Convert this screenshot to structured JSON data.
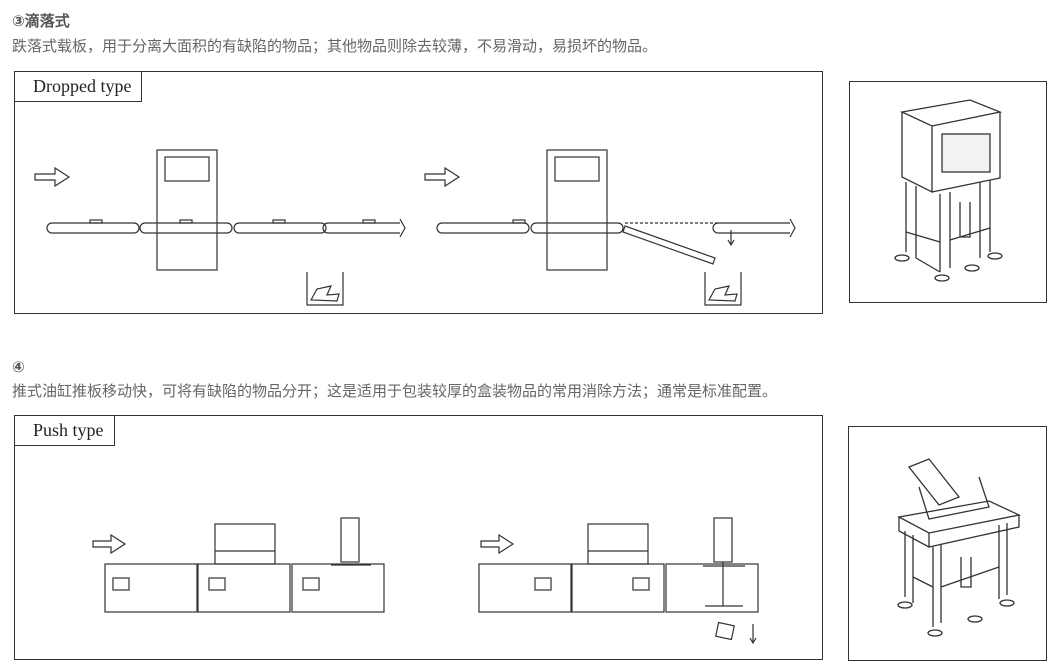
{
  "section3": {
    "heading": "③滴落式",
    "description": "跌落式载板，用于分离大面积的有缺陷的物品；其他物品则除去较薄，不易滑动，易损坏的物品。",
    "diagram_label": "Dropped type"
  },
  "section4": {
    "heading": "④",
    "description": "推式油缸推板移动快，可将有缺陷的物品分开；这是适用于包装较厚的盒装物品的常用消除方法；通常是标准配置。",
    "diagram_label": "Push type"
  },
  "colors": {
    "line": "#333333",
    "text": "#666666",
    "watermark": "#a9c8e8"
  }
}
